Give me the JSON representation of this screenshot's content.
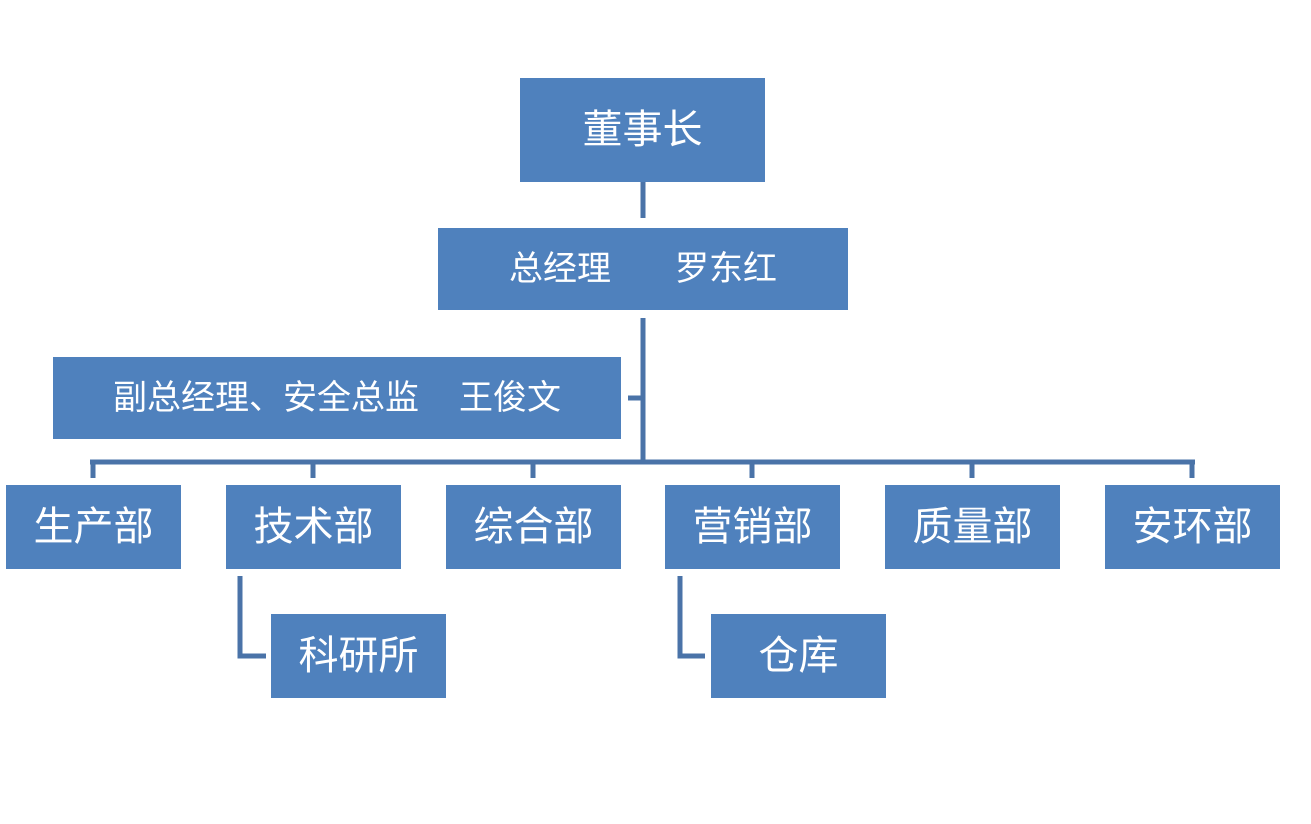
{
  "chairman": {
    "title": "董事长"
  },
  "general_manager": {
    "title": "总经理",
    "name": "罗东红"
  },
  "deputy_manager": {
    "title": "副总经理、安全总监",
    "name": "王俊文"
  },
  "departments": [
    {
      "name": "生产部"
    },
    {
      "name": "技术部"
    },
    {
      "name": "综合部"
    },
    {
      "name": "营销部"
    },
    {
      "name": "质量部"
    },
    {
      "name": "安环部"
    }
  ],
  "sub_units": {
    "research_institute": {
      "name": "科研所",
      "parent": "技术部"
    },
    "warehouse": {
      "name": "仓库",
      "parent": "营销部"
    }
  },
  "colors": {
    "box_fill": "#4f81bd",
    "connector": "#4a73a8",
    "text": "#ffffff"
  }
}
